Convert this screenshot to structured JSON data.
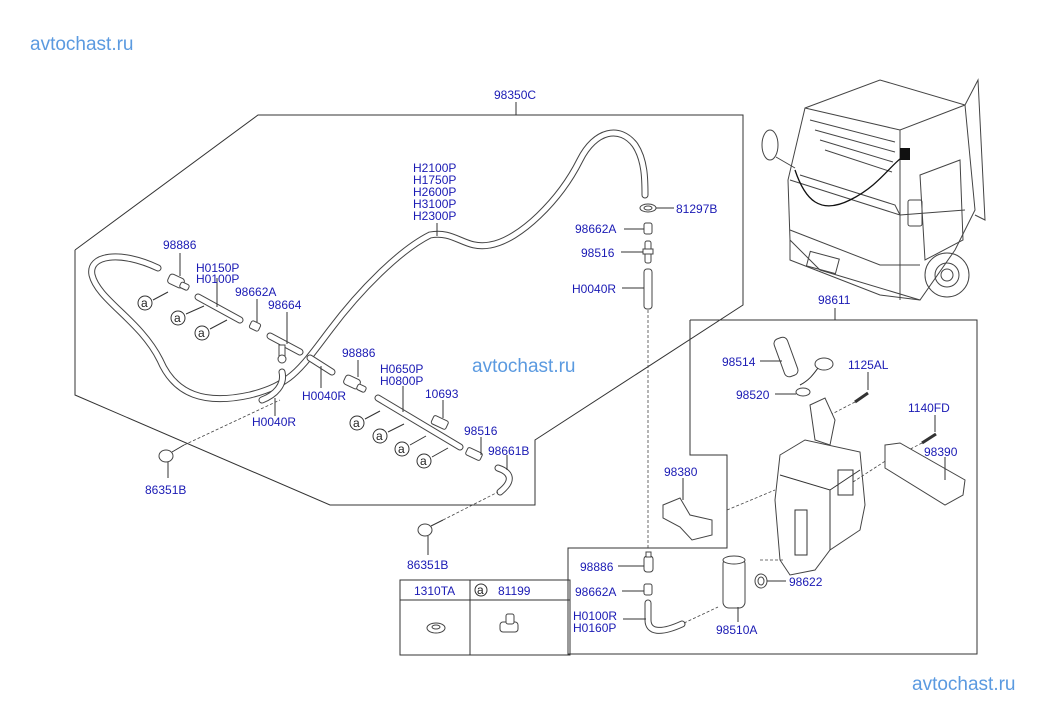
{
  "watermarks": {
    "top_left": "avtochast.ru",
    "center": "avtochast.ru",
    "bottom_right": "avtochast.ru"
  },
  "callout_symbol": "a",
  "labels": {
    "assembly_hose": "98350C",
    "reservoir_assembly": "98611",
    "check_valve_left": "98886",
    "hose_left_1": "H0150P",
    "hose_left_2": "H0100P",
    "joint_left": "98662A",
    "tee_connector": "98664",
    "check_valve_mid": "98886",
    "hose_mid_1": "H0650P",
    "hose_mid_2": "H0800P",
    "sleeve": "10693",
    "connector_mid": "98516",
    "hose_elbow": "98661B",
    "hose_short_a": "H0040R",
    "hose_short_b": "H0040R",
    "nozzle_left": "86351B",
    "nozzle_center": "86351B",
    "main_hose_1": "H2100P",
    "main_hose_2": "H1750P",
    "main_hose_3": "H2600P",
    "main_hose_4": "H3100P",
    "main_hose_5": "H2300P",
    "grommet": "81297B",
    "joint_right": "98662A",
    "connector_right": "98516",
    "hose_right": "H0040R",
    "filler_neck": "98514",
    "cap_seal": "98520",
    "bolt_1": "1125AL",
    "bolt_2": "1140FD",
    "bracket_right": "98390",
    "bracket_left": "98380",
    "check_valve_lower": "98886",
    "joint_lower": "98662A",
    "hose_lower_1": "H0100R",
    "hose_lower_2": "H0160P",
    "pump_motor": "98510A",
    "grommet_pump": "98622"
  },
  "legend_table": {
    "col1_header": "1310TA",
    "col2_symbol": "a",
    "col2_header": "81199",
    "col1_item": "washer",
    "col2_item": "clip"
  }
}
